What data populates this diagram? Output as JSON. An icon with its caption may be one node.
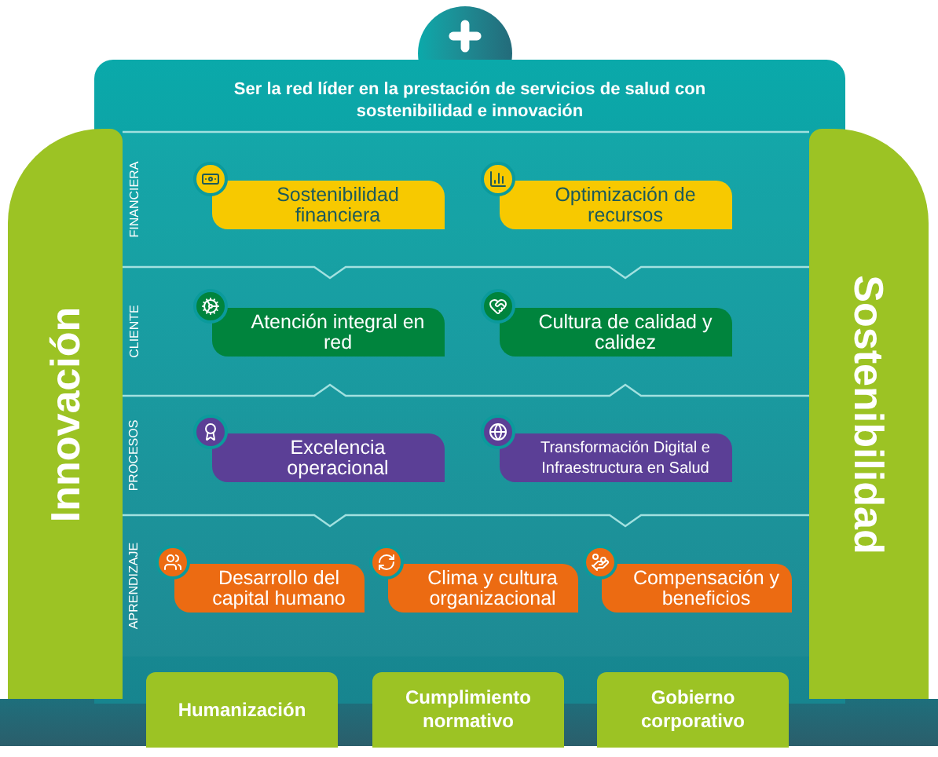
{
  "diagram": {
    "nodes": [
      {
        "text": [
          "Ser la red líder en la prestación de servicios de salud con sostenibilidad e innovación"
        ]
      },
      {
        "text": [
          "FINANCIERA"
        ],
        "in": 0
      },
      {
        "text": [
          "Sostenibilidad financiera"
        ],
        "in": 1
      },
      {
        "text": [
          "Optimización de recursos"
        ],
        "in": 1
      },
      {
        "text": [
          "CLIENTE"
        ],
        "in": 0
      },
      {
        "text": [
          "Atención integral en red"
        ],
        "in": 4
      },
      {
        "text": [
          "Cultura de calidad y calidez"
        ],
        "in": 4
      },
      {
        "text": [
          "PROCESOS"
        ],
        "in": 0
      },
      {
        "text": [
          "Excelencia operacional"
        ],
        "in": 7
      },
      {
        "text": [
          "Transformación Digital e Infraestructura en Salud"
        ],
        "in": 7
      },
      {
        "text": [
          "APRENDIZAJE"
        ],
        "in": 0
      },
      {
        "text": [
          "Desarrollo del capital humano"
        ],
        "in": 10
      },
      {
        "text": [
          "Clima y cultura organizacional"
        ],
        "in": 10
      },
      {
        "text": [
          "Compensación y beneficios"
        ],
        "in": 10
      },
      {
        "text": [
          "Innovación"
        ]
      },
      {
        "text": [
          "Sostenibilidad"
        ]
      },
      {
        "text": [
          "Humanización"
        ]
      },
      {
        "text": [
          "Cumplimiento normativo"
        ]
      },
      {
        "text": [
          "Gobierno corporativo"
        ]
      }
    ]
  }
}
